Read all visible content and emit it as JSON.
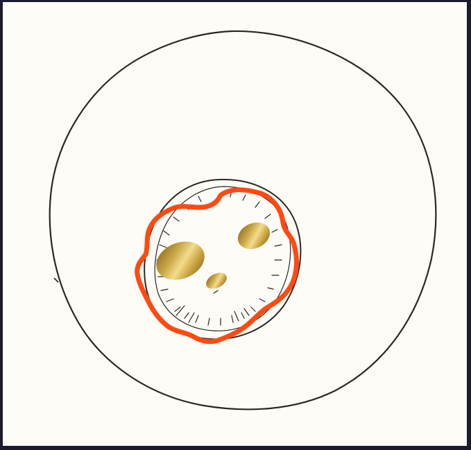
{
  "figure": {
    "kind": "cell-drawing",
    "colors": {
      "frame": "#1b1b2f",
      "paper": "#fdfcf7",
      "ink": "#2a2622",
      "highlight_outline": "#ff4a12",
      "gold_dark": "#8a6a1e",
      "gold_mid": "#d7b656",
      "gold_light": "#f3dc8a"
    },
    "parts": [
      "cell-membrane",
      "nucleus",
      "nucleus-highlight-outline",
      "nucleoli"
    ]
  }
}
